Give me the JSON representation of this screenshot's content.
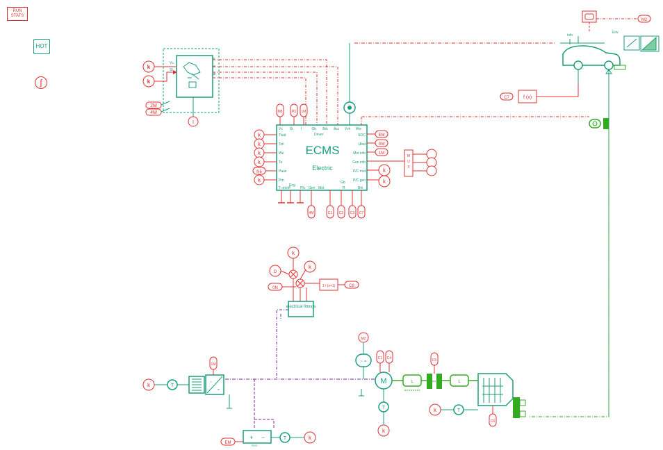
{
  "buttons": {
    "run_stats": "RUN STATS",
    "hot": "HOT",
    "integrator_symbol": "∫"
  },
  "colors": {
    "signal": "#e03030",
    "component": "#1a9e7a",
    "mechanical": "#33aa22",
    "electrical": "#7a2a9a"
  },
  "ecms": {
    "title": "ECMS",
    "subtitle": "Electric",
    "top_ports": [
      "Vc",
      "St",
      "I",
      "Gb",
      "Brk",
      "Acc",
      "Vvh",
      "Ww"
    ],
    "top_group": "Driver",
    "left_ports": [
      "Twat",
      "Toil",
      "We",
      "Te",
      "Paux",
      "Pm"
    ],
    "left_group": "Eng",
    "right_ports": [
      "SOC",
      "Ubat",
      "Mot info",
      "Gen info",
      "P/C mot",
      "P/C gen"
    ],
    "bottom_ports": [
      "T on/off",
      "Pfc",
      "Gen",
      "Mot",
      "R",
      "Brk"
    ],
    "bottom_group": "Gb"
  },
  "labels": {
    "electrical_fittings": "electrical fittings",
    "mux": "MUX",
    "fx": "f (x)",
    "battery_soc": "SOC",
    "env": "Env",
    "info": "info",
    "car_small": "car",
    "motor": "M",
    "thermal": "T",
    "const_k": "k",
    "transfer": "1 / (s+1)",
    "driver_ports": [
      "Vc",
      "St",
      "br",
      "ac",
      "gb",
      "dr"
    ]
  },
  "connectors": {
    "left_top": [
      "2M",
      "4M"
    ],
    "ecms_top": [
      "M8",
      "M1",
      "1M"
    ],
    "ecms_right": [
      "EM",
      "SM",
      "1M"
    ],
    "ecms_bottom": [
      "4M",
      "C1",
      "C2",
      "C3",
      "C7"
    ],
    "car_top": "M2",
    "car_left": "C7",
    "fittings_left": [
      "0N",
      "D"
    ],
    "fittings_right": "C8",
    "motor_top": [
      "M2",
      "C1",
      "C4"
    ],
    "gear_top": "C5",
    "gear_bottom": "C6",
    "battery_left": "EM",
    "converter_top": "1M",
    "paux": "N6"
  }
}
